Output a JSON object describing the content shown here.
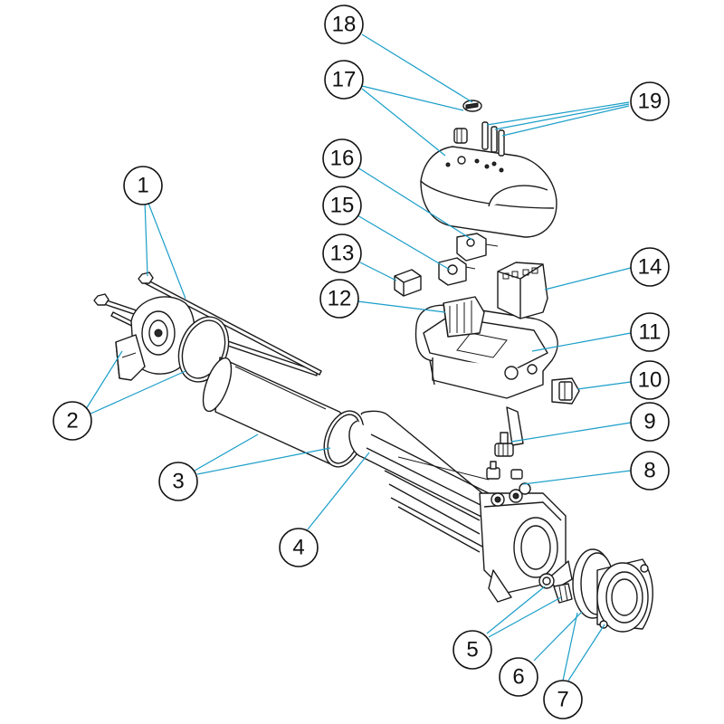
{
  "callouts": [
    {
      "id": "1",
      "label": "1"
    },
    {
      "id": "2",
      "label": "2"
    },
    {
      "id": "3",
      "label": "3"
    },
    {
      "id": "4",
      "label": "4"
    },
    {
      "id": "5",
      "label": "5"
    },
    {
      "id": "6",
      "label": "6"
    },
    {
      "id": "7",
      "label": "7"
    },
    {
      "id": "8",
      "label": "8"
    },
    {
      "id": "9",
      "label": "9"
    },
    {
      "id": "10",
      "label": "10"
    },
    {
      "id": "11",
      "label": "11"
    },
    {
      "id": "12",
      "label": "12"
    },
    {
      "id": "13",
      "label": "13"
    },
    {
      "id": "14",
      "label": "14"
    },
    {
      "id": "15",
      "label": "15"
    },
    {
      "id": "16",
      "label": "16"
    },
    {
      "id": "17",
      "label": "17"
    },
    {
      "id": "18",
      "label": "18"
    },
    {
      "id": "19",
      "label": "19"
    }
  ],
  "colors": {
    "leader_line": "#1a9ec9",
    "outline": "#1a1a1a",
    "background": "#ffffff"
  }
}
